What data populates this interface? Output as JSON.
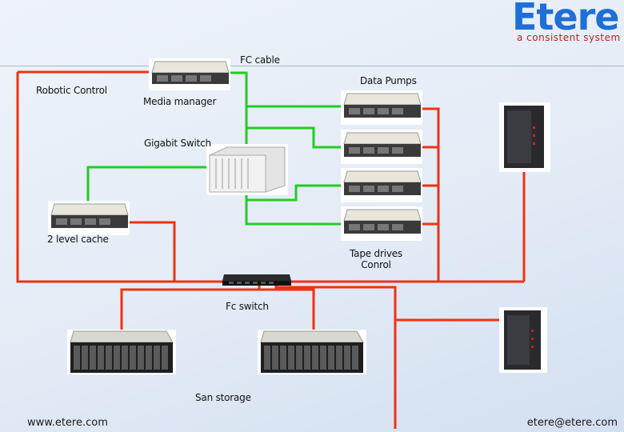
{
  "brand": {
    "name": "Etere",
    "tagline": "a consistent system"
  },
  "labels": {
    "fc_cable": "FC cable",
    "data_pumps": "Data Pumps",
    "robotic_control": "Robotic Control",
    "media_manager": "Media manager",
    "gigabit_switch": "Gigabit Switch",
    "level2_cache": "2 level cache",
    "tape_drives_line1": "Tape drives",
    "tape_drives_line2": "Conrol",
    "fc_switch": "Fc switch",
    "san_storage": "San storage"
  },
  "footer": {
    "website": "www.etere.com",
    "email": "etere@etere.com"
  },
  "colors": {
    "fc_cable": "#22cc22",
    "ethernet": "#ee3311",
    "logo": "#1e6fd6",
    "tagline": "#c41c1c"
  }
}
